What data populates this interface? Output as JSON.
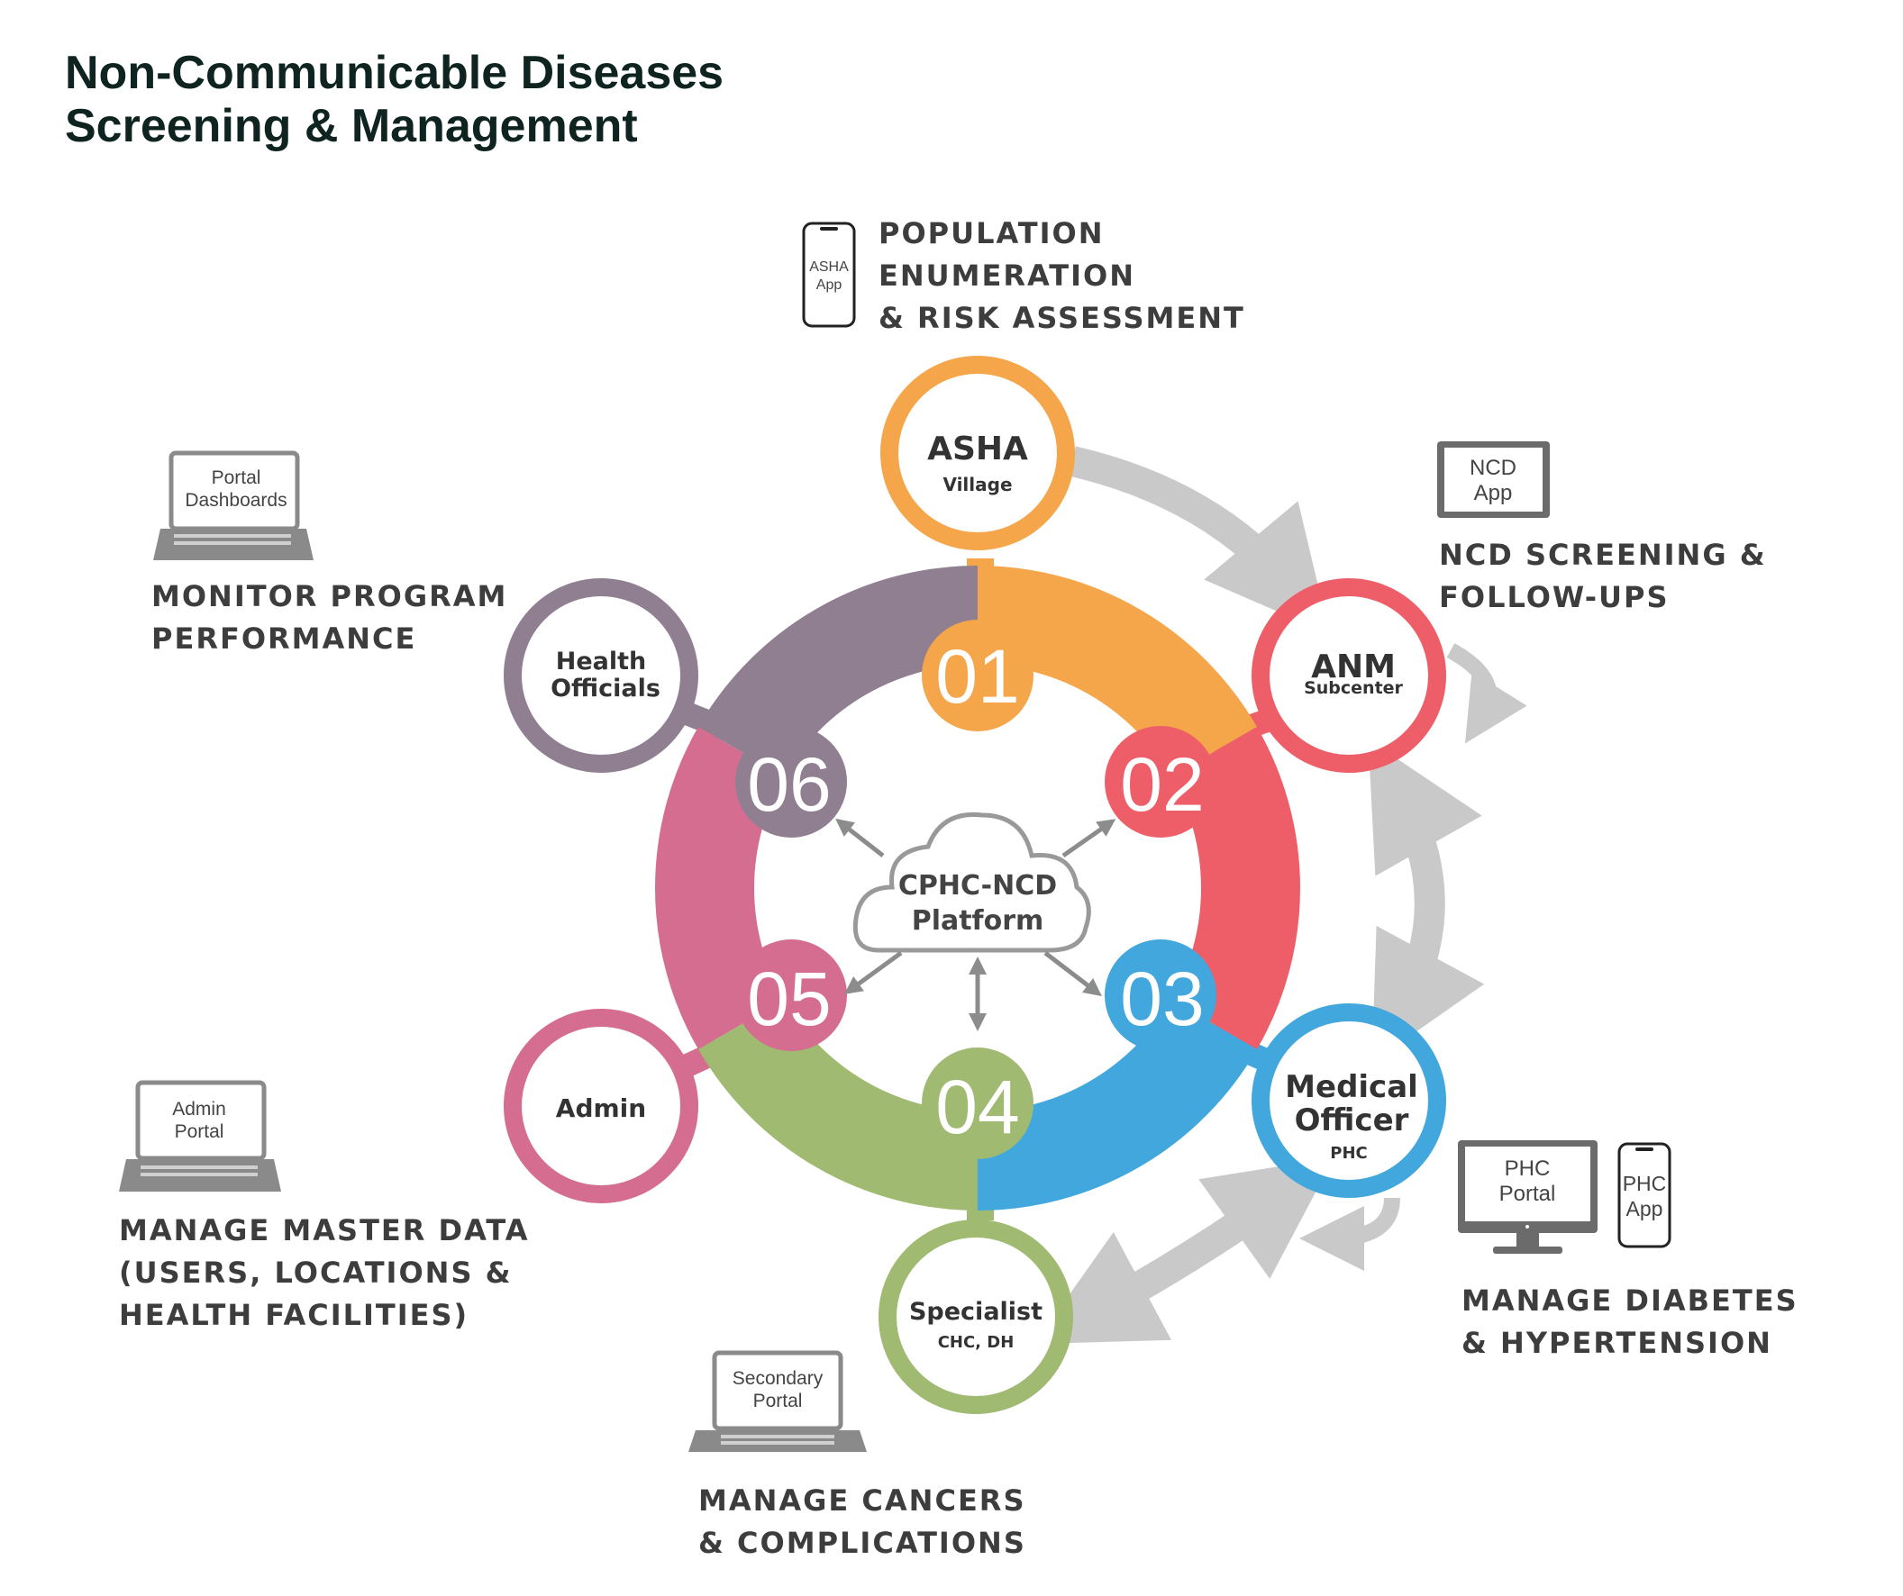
{
  "title": {
    "line1": "Non-Communicable Diseases",
    "line2": "Screening & Management"
  },
  "center": {
    "line1": "CPHC-NCD",
    "line2": "Platform"
  },
  "colors": {
    "orange": "#F5A54A",
    "red": "#EE5E68",
    "blue": "#42A7DC",
    "green": "#A0BA72",
    "pink": "#D46D8F",
    "purple": "#8F7F91",
    "arrow": "#C9C9C9",
    "small_arrow": "#8C8C8C"
  },
  "nodes": [
    {
      "number": "01",
      "title": "ASHA",
      "subtitle": "Village"
    },
    {
      "number": "02",
      "title": "ANM",
      "subtitle": "Subcenter"
    },
    {
      "number": "03",
      "title": "Medical",
      "title2": "Officer",
      "subtitle": "PHC"
    },
    {
      "number": "04",
      "title": "Specialist",
      "subtitle": "CHC, DH"
    },
    {
      "number": "05",
      "title": "Admin"
    },
    {
      "number": "06",
      "title": "Health",
      "title2": "Officials"
    }
  ],
  "captions": {
    "asha": [
      "POPULATION",
      "ENUMERATION",
      "& RISK ASSESSMENT"
    ],
    "anm": [
      "NCD SCREENING &",
      "FOLLOW-UPS"
    ],
    "mo": [
      "MANAGE DIABETES",
      "& HYPERTENSION"
    ],
    "specialist": [
      "MANAGE CANCERS",
      "& COMPLICATIONS"
    ],
    "admin": [
      "MANAGE MASTER DATA",
      "(USERS, LOCATIONS &",
      "HEALTH FACILITIES)"
    ],
    "officials": [
      "MONITOR PROGRAM",
      "PERFORMANCE"
    ]
  },
  "devices": {
    "asha_app": [
      "ASHA",
      "App"
    ],
    "ncd_app": [
      "NCD",
      "App"
    ],
    "phc_portal": [
      "PHC",
      "Portal"
    ],
    "phc_app": [
      "PHC",
      "App"
    ],
    "secondary_portal": [
      "Secondary",
      "Portal"
    ],
    "admin_portal": [
      "Admin",
      "Portal"
    ],
    "portal_dashboards": [
      "Portal",
      "Dashboards"
    ]
  }
}
